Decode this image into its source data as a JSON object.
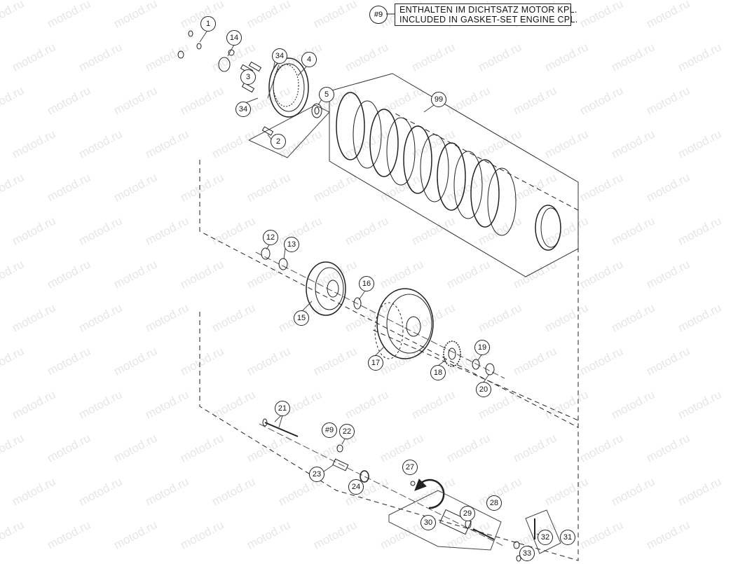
{
  "watermark": "motod.ru",
  "legend": {
    "ref": "#9",
    "line1": "ENTHALTEN IM DICHTSATZ MOTOR KPL.",
    "line2": "INCLUDED IN GASKET-SET ENGINE CPL."
  },
  "callouts": [
    "1",
    "14",
    "34",
    "4",
    "3",
    "34",
    "5",
    "99",
    "2",
    "12",
    "13",
    "16",
    "15",
    "17",
    "18",
    "19",
    "20",
    "21",
    "#9",
    "22",
    "23",
    "24",
    "27",
    "28",
    "29",
    "30",
    "31",
    "32",
    "33"
  ]
}
